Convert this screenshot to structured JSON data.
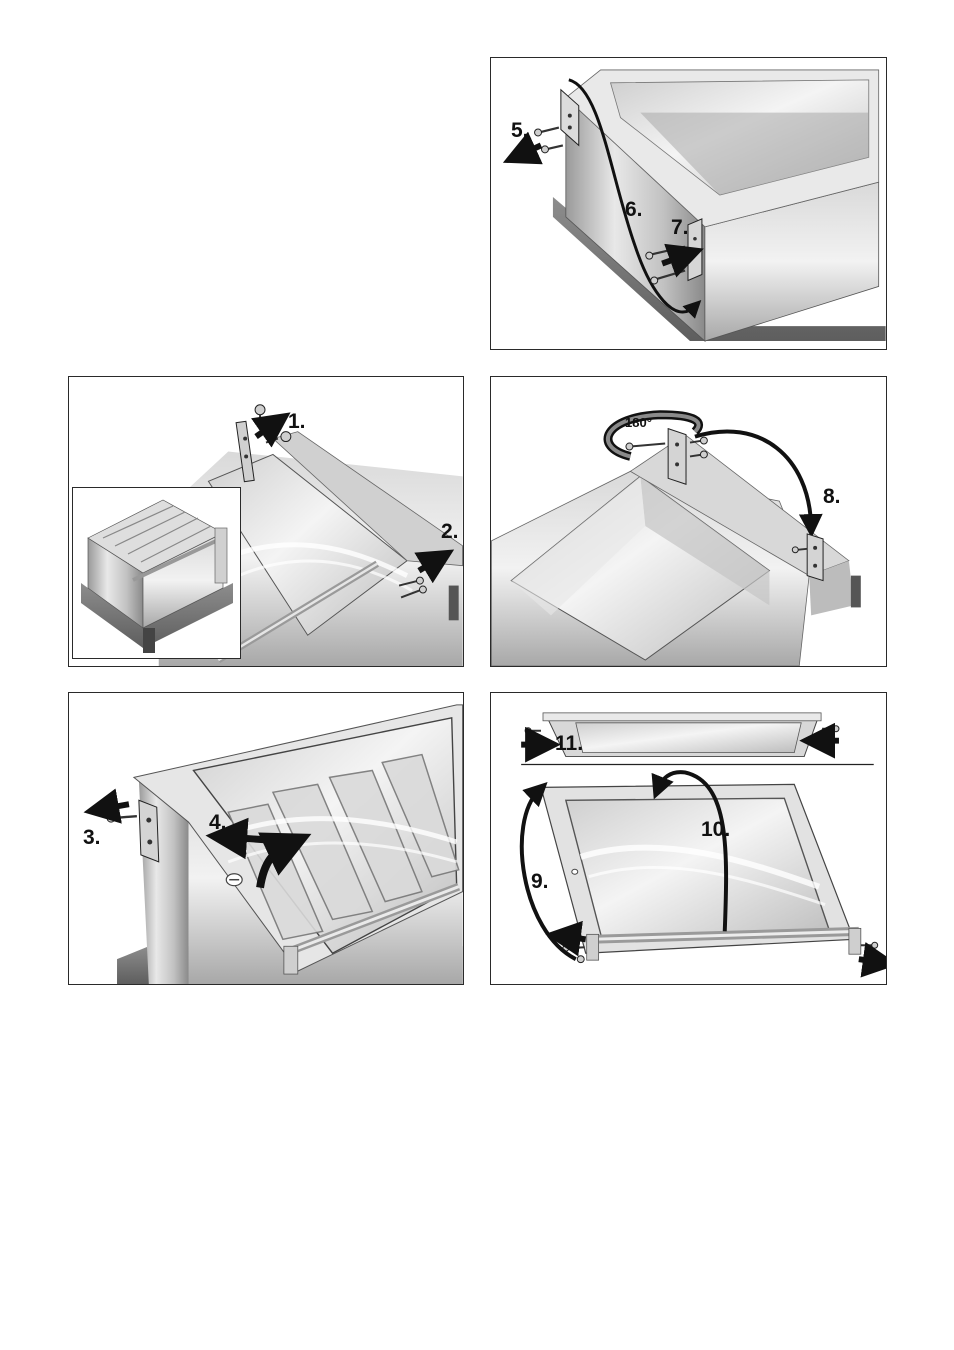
{
  "colors": {
    "border": "#2a2a2a",
    "steel_light": "#e4e4e4",
    "steel_mid": "#b5b5b5",
    "steel_dark": "#7a7a7a",
    "arrow": "#111111"
  },
  "panels": {
    "top_right": {
      "steps": [
        "5.",
        "6.",
        "7."
      ]
    },
    "mid_left": {
      "steps": [
        "1.",
        "2."
      ]
    },
    "mid_right": {
      "steps": [
        "8."
      ],
      "rotation_label": "180°"
    },
    "bottom_left": {
      "steps": [
        "3.",
        "4."
      ]
    },
    "bottom_right": {
      "steps": [
        "11.",
        "10.",
        "9."
      ]
    }
  }
}
